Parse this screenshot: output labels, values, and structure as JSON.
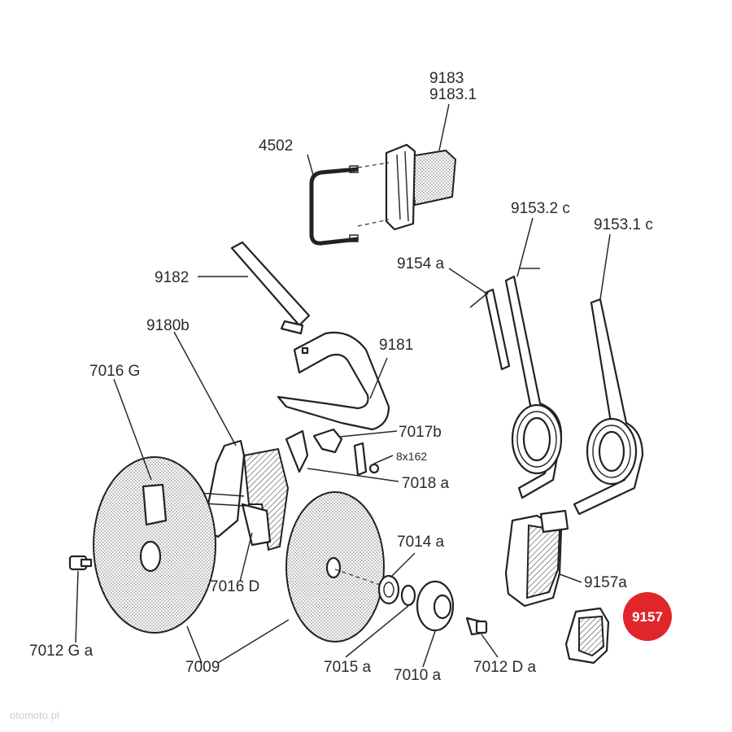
{
  "labels": {
    "p9183": "9183",
    "p9183_1": "9183.1",
    "p4502": "4502",
    "p9153_2c": "9153.2 c",
    "p9153_1c": "9153.1 c",
    "p9154a": "9154 a",
    "p9182": "9182",
    "p9180b": "9180b",
    "p9181": "9181",
    "p7016G": "7016 G",
    "p7017b": "7017b",
    "p8x162": "8x162",
    "p7018a": "7018 a",
    "p7014a": "7014 a",
    "p7016D": "7016 D",
    "p9157a": "9157a",
    "p7012Ga": "7012 G a",
    "p7009": "7009",
    "p7015a": "7015 a",
    "p7010a": "7010 a",
    "p7012Da": "7012 D a"
  },
  "highlight": {
    "label": "9157",
    "color": "#e0262a"
  },
  "watermark": "otomoto.pl"
}
